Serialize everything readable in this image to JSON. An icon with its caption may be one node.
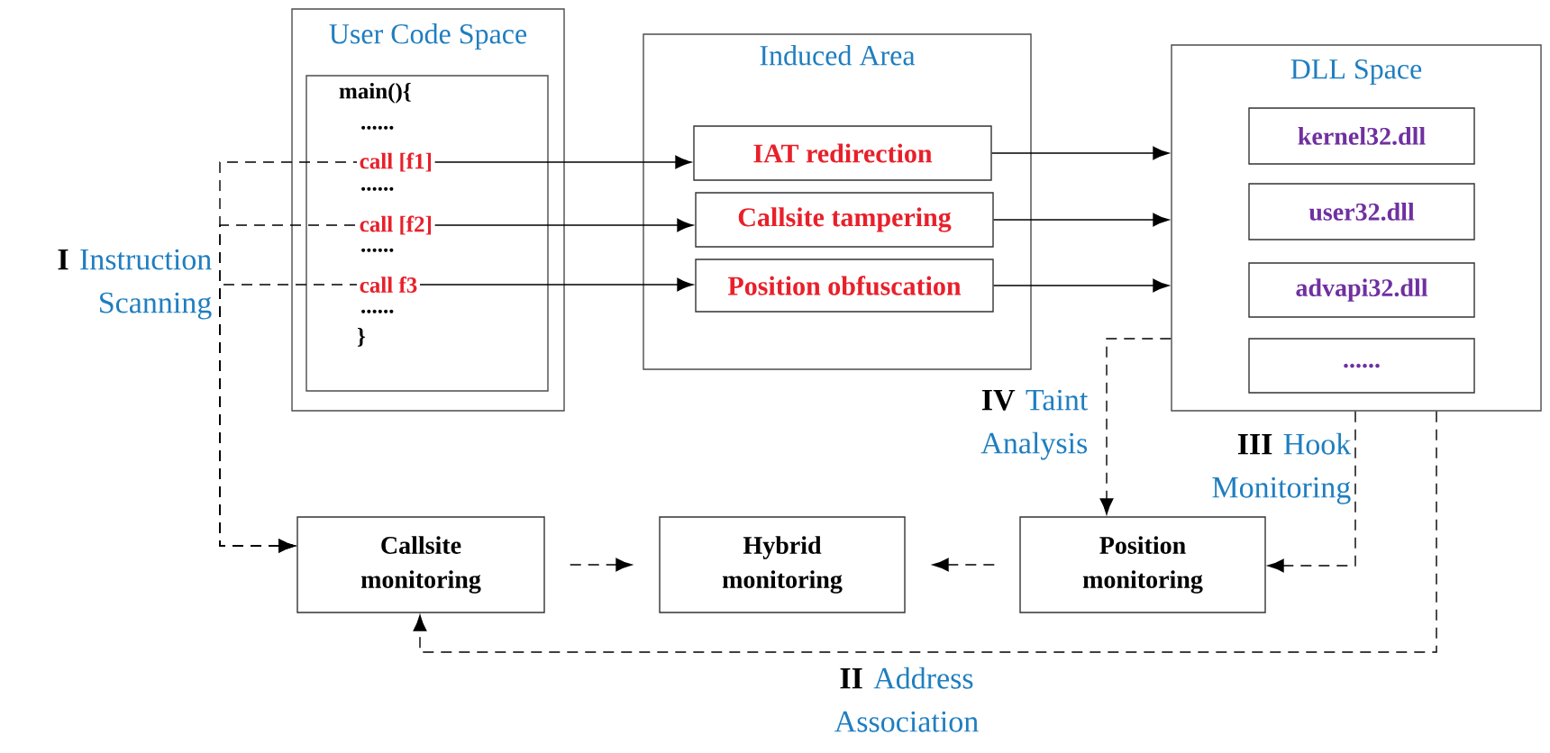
{
  "diagram": {
    "nodes": [
      {
        "text": [
          "User Code Space"
        ]
      },
      {
        "text": [
          "main(){",
          "......",
          "......",
          "......",
          "......",
          "}"
        ],
        "in": 0
      },
      {
        "text": [
          "call [f1]"
        ],
        "in": 1
      },
      {
        "text": [
          "call [f2]"
        ],
        "in": 1
      },
      {
        "text": [
          "call f3"
        ],
        "in": 1
      },
      {
        "text": [
          "Induced Area"
        ]
      },
      {
        "text": [
          "IAT redirection"
        ],
        "in": 5
      },
      {
        "text": [
          "Callsite tampering"
        ],
        "in": 5
      },
      {
        "text": [
          "Position obfuscation"
        ],
        "in": 5
      },
      {
        "text": [
          "DLL Space"
        ]
      },
      {
        "text": [
          "kernel32.dll"
        ],
        "in": 9
      },
      {
        "text": [
          "user32.dll"
        ],
        "in": 9
      },
      {
        "text": [
          "advapi32.dll"
        ],
        "in": 9
      },
      {
        "text": [
          "......"
        ],
        "in": 9
      },
      {
        "text": [
          "Callsite monitoring"
        ]
      },
      {
        "text": [
          "Hybrid monitoring"
        ]
      },
      {
        "text": [
          "Position monitoring"
        ]
      }
    ],
    "edges": [
      {
        "from": 2,
        "to": 6,
        "arrow": "to"
      },
      {
        "from": 3,
        "to": 7,
        "arrow": "to"
      },
      {
        "from": 4,
        "to": 8,
        "arrow": "to"
      },
      {
        "from": 6,
        "to": 9,
        "arrow": "to"
      },
      {
        "from": 7,
        "to": 9,
        "arrow": "to"
      },
      {
        "from": 8,
        "to": 9,
        "arrow": "to"
      },
      {
        "from": 2,
        "to": 14,
        "arrow": "to",
        "style": "dashed"
      },
      {
        "from": 3,
        "to": 14,
        "arrow": "to",
        "style": "dashed"
      },
      {
        "from": 4,
        "to": 14,
        "arrow": "to",
        "style": "dashed"
      },
      {
        "from": 14,
        "to": 15,
        "arrow": "to",
        "style": "dashed"
      },
      {
        "from": 16,
        "to": 15,
        "arrow": "to",
        "style": "dashed"
      },
      {
        "from": 9,
        "to": 16,
        "arrow": "to",
        "style": "dashed"
      },
      {
        "from": 9,
        "to": 16,
        "arrow": "to",
        "style": "dashed"
      },
      {
        "from": 9,
        "to": 14,
        "arrow": "to",
        "style": "dashed"
      }
    ],
    "labels": [
      "I",
      "Instruction Scanning",
      "IV",
      "Taint Analysis",
      "III",
      "Hook Monitoring",
      "II",
      "Address Association"
    ]
  }
}
